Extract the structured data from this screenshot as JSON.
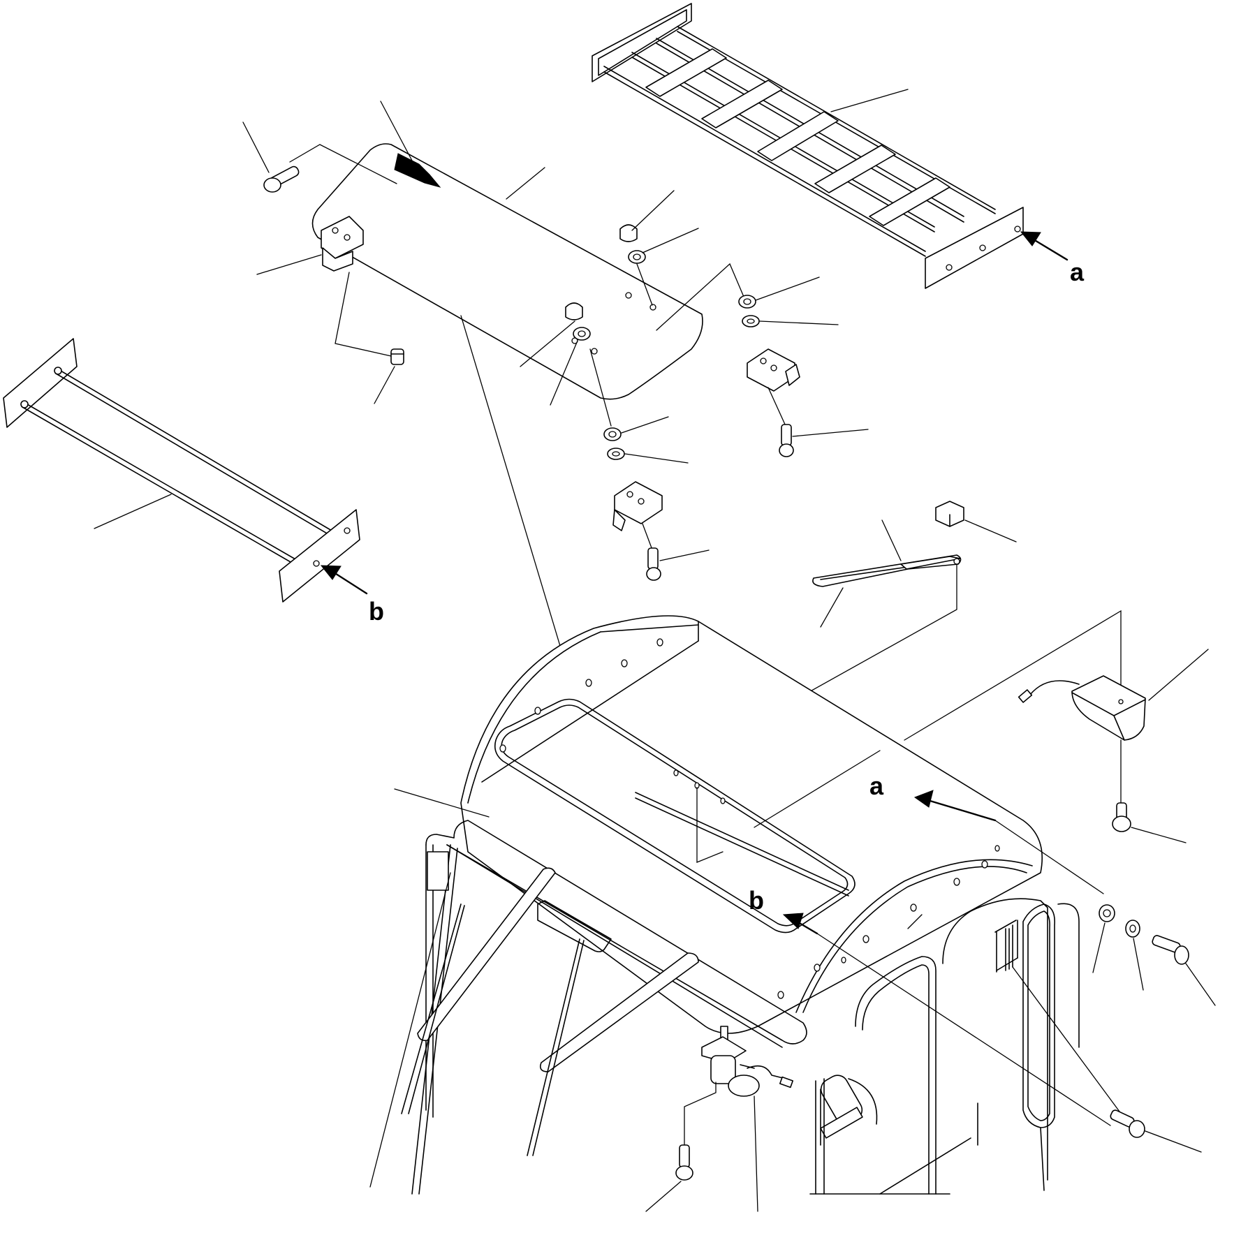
{
  "diagram": {
    "reference_labels": [
      {
        "key": "a",
        "text": "a"
      },
      {
        "key": "b",
        "text": "b"
      },
      {
        "key": "a2",
        "text": "a"
      },
      {
        "key": "b2",
        "text": "b"
      }
    ],
    "colors": {
      "line": "#000000",
      "background": "#ffffff"
    },
    "icons": [
      "arrow-icon",
      "bolt-icon",
      "washer-icon",
      "nut-icon",
      "cap-icon",
      "bracket-icon",
      "lamp-icon",
      "wiper-icon"
    ]
  }
}
